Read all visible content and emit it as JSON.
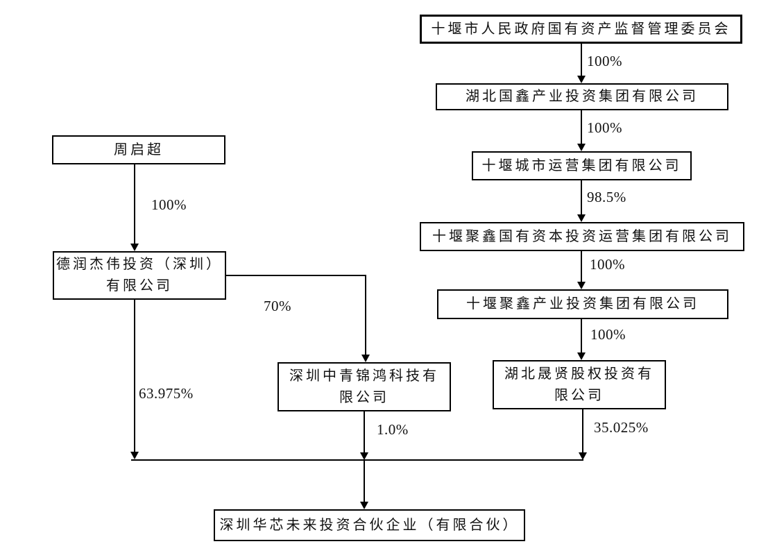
{
  "diagram": {
    "type": "ownership-structure",
    "nodes": {
      "sasac": "十堰市人民政府国有资产监督管理委员会",
      "guoxin": "湖北国鑫产业投资集团有限公司",
      "chengyun": "十堰城市运营集团有限公司",
      "juxin_guoyou": "十堰聚鑫国有资本投资运营集团有限公司",
      "juxin_chanye": "十堰聚鑫产业投资集团有限公司",
      "shengxian": "湖北晟贤股权投资有\n限公司",
      "zhou_qichao": "周启超",
      "derun": "德润杰伟投资（深圳）\n有限公司",
      "zhongqing": "深圳中青锦鸿科技有\n限公司",
      "huaxin": "深圳华芯未来投资合伙企业（有限合伙）"
    },
    "edge_labels": {
      "sasac_to_guoxin": "100%",
      "guoxin_to_chengyun": "100%",
      "chengyun_to_juxin_guoyou": "98.5%",
      "juxin_guoyou_to_juxin_chanye": "100%",
      "juxin_chanye_to_shengxian": "100%",
      "shengxian_to_huaxin": "35.025%",
      "zhou_to_derun": "100%",
      "derun_to_zhongqing": "70%",
      "derun_to_huaxin": "63.975%",
      "zhongqing_to_huaxin": "1.0%"
    },
    "colors": {
      "line": "#000000",
      "box_border": "#000000",
      "box_background": "#ffffff",
      "text": "#111111",
      "page_background": "#ffffff"
    }
  }
}
